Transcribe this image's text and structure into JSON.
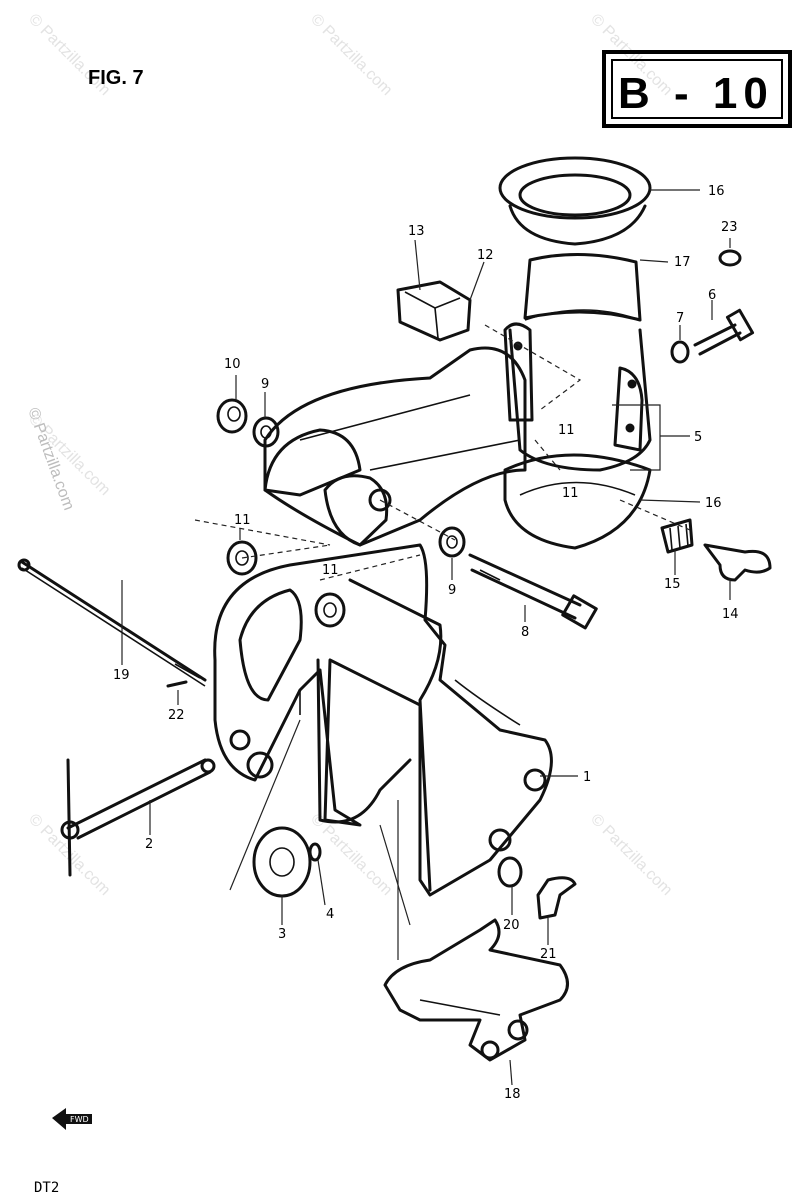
{
  "figure_label": "FIG. 7",
  "section_code": "B - 10",
  "footer_code": "DT2",
  "watermark": "© Partzilla.com",
  "front_label": "FWD",
  "callouts": [
    "1",
    "2",
    "3",
    "4",
    "5",
    "6",
    "7",
    "8",
    "9",
    "9",
    "10",
    "11",
    "11",
    "11",
    "11",
    "12",
    "13",
    "14",
    "15",
    "16",
    "17",
    "18",
    "19",
    "20",
    "21",
    "22",
    "23",
    "16"
  ]
}
